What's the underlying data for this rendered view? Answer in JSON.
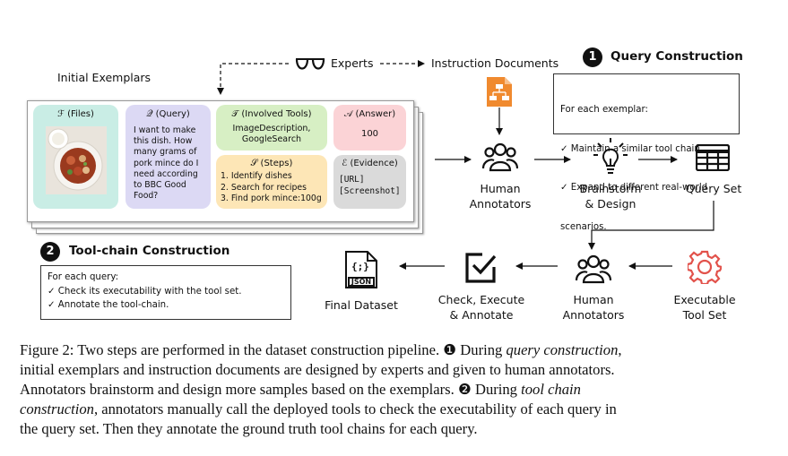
{
  "colors": {
    "files": "#c9ede5",
    "query": "#dcd9f4",
    "tools": "#d7efc4",
    "answer": "#fbd3d6",
    "steps": "#fde6b6",
    "evidence": "#dadada",
    "doc_icon": "#f08a2f",
    "gear_icon": "#e2524b"
  },
  "top": {
    "initial_exemplars": "Initial Exemplars",
    "experts": "Experts",
    "instruction_documents": "Instruction Documents"
  },
  "exemplar": {
    "files": {
      "title": "ℱ (Files)"
    },
    "query": {
      "title": "𝒬 (Query)",
      "lines": [
        "I want to make",
        "this dish. How",
        "many grams of",
        "pork mince do I",
        "need according",
        "to BBC Good",
        "Food?"
      ]
    },
    "tools": {
      "title": "𝒯 (Involved Tools)",
      "lines": [
        "ImageDescription,",
        "GoogleSearch"
      ]
    },
    "answer": {
      "title": "𝒜 (Answer)",
      "value": "100"
    },
    "steps": {
      "title": "𝒮 (Steps)",
      "lines": [
        "1. Identify dishes",
        "2. Search for recipes",
        "3. Find pork mince:100g"
      ]
    },
    "evidence": {
      "title": "ℰ (Evidence)",
      "lines": [
        "[URL]",
        "[Screenshot]"
      ]
    }
  },
  "stage1": {
    "number": "1",
    "title": "Query Construction",
    "box_lines": [
      "For each exemplar:",
      "✓  Maintain a similar tool chain.",
      "✓  Expand to different real-world",
      "    scenarios."
    ]
  },
  "stage2": {
    "number": "2",
    "title": "Tool-chain Construction",
    "box_lines": [
      "For each query:",
      "✓  Check its executability with the tool set.",
      "✓  Annotate the tool-chain."
    ]
  },
  "nodes": {
    "human_annotators_1": [
      "Human",
      "Annotators"
    ],
    "brainstorm": [
      "Brainstorm",
      "& Design"
    ],
    "query_set": [
      "Query Set"
    ],
    "executable_tool_set": [
      "Executable",
      "Tool Set"
    ],
    "human_annotators_2": [
      "Human",
      "Annotators"
    ],
    "check_execute": [
      "Check, Execute",
      "& Annotate"
    ],
    "final_dataset": [
      "Final Dataset"
    ],
    "json_label": "JSON",
    "json_braces": "{;}"
  },
  "caption": {
    "figure_label": "Figure 2:",
    "l1a": "Two steps are performed in the dataset construction pipeline. ❶ During ",
    "l1b": "query construction",
    "l1c": ",",
    "l2": "initial exemplars and instruction documents are designed by experts and given to human annotators.",
    "l3a": "Annotators brainstorm and design more samples based on the exemplars. ❷ During ",
    "l3b": "tool chain",
    "l4a": "construction",
    "l4b": ", annotators manually call the deployed tools to check the executability of each query in",
    "l5": "the query set. Then they annotate the ground truth tool chains for each query."
  }
}
